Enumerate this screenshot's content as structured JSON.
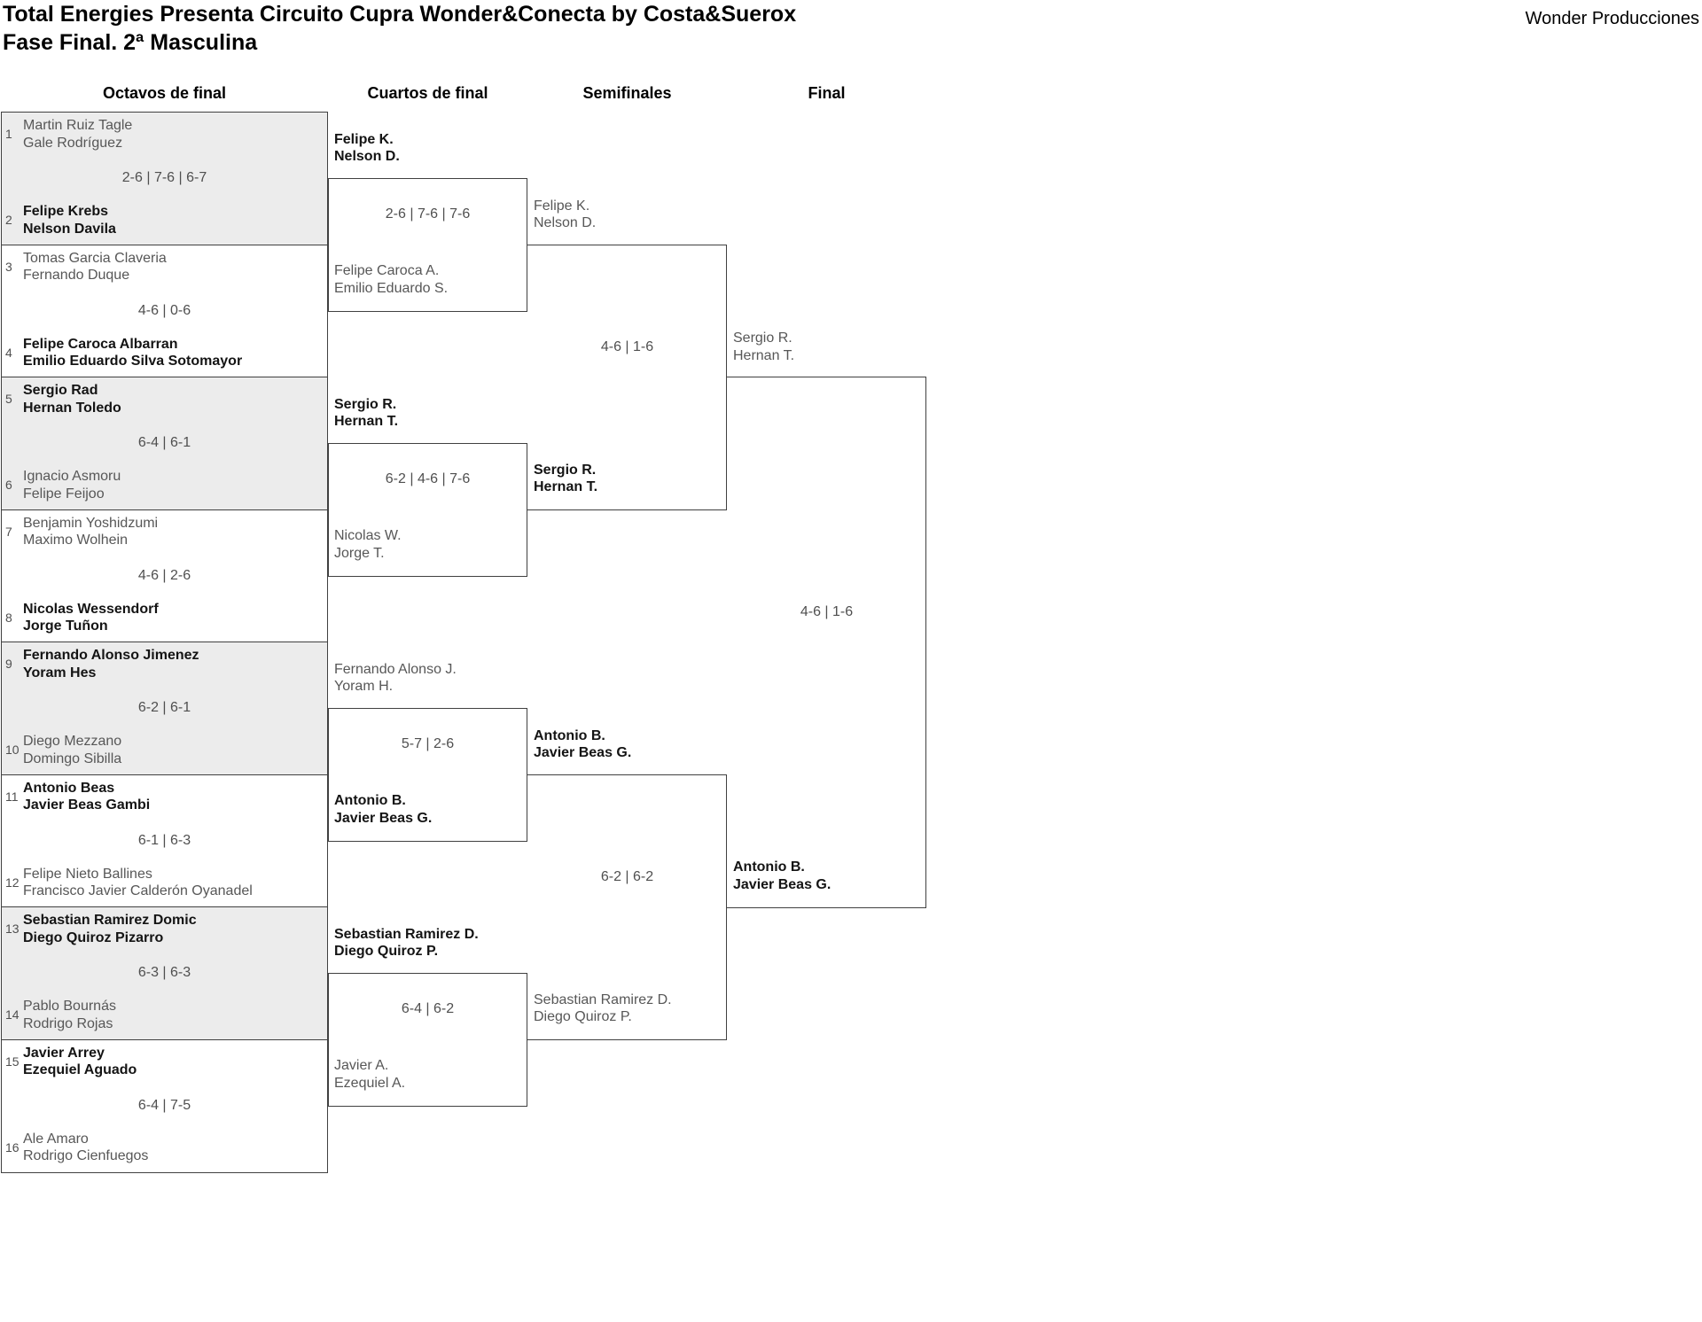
{
  "page": {
    "title_line1": "Total Energies Presenta Circuito Cupra Wonder&Conecta by Costa&Suerox",
    "title_line2": "Fase Final. 2ª Masculina",
    "credit": "Wonder Producciones"
  },
  "round_headers": [
    "Octavos de final",
    "Cuartos de final",
    "Semifinales",
    "Final"
  ],
  "bracket": {
    "octavos": [
      {
        "seed_top": "1",
        "top": [
          "Martin Ruiz Tagle",
          "Gale Rodríguez"
        ],
        "top_winner": false,
        "score": "2-6 | 7-6 | 6-7",
        "seed_bottom": "2",
        "bottom": [
          "Felipe Krebs",
          "Nelson Davila"
        ],
        "bottom_winner": true,
        "shaded": true
      },
      {
        "seed_top": "3",
        "top": [
          "Tomas Garcia Claveria",
          "Fernando Duque"
        ],
        "top_winner": false,
        "score": "4-6 | 0-6",
        "seed_bottom": "4",
        "bottom": [
          "Felipe Caroca Albarran",
          "Emilio Eduardo Silva Sotomayor"
        ],
        "bottom_winner": true,
        "shaded": false
      },
      {
        "seed_top": "5",
        "top": [
          "Sergio Rad",
          "Hernan Toledo"
        ],
        "top_winner": true,
        "score": "6-4 | 6-1",
        "seed_bottom": "6",
        "bottom": [
          "Ignacio Asmoru",
          "Felipe Feijoo"
        ],
        "bottom_winner": false,
        "shaded": true
      },
      {
        "seed_top": "7",
        "top": [
          "Benjamin Yoshidzumi",
          "Maximo Wolhein"
        ],
        "top_winner": false,
        "score": "4-6 | 2-6",
        "seed_bottom": "8",
        "bottom": [
          "Nicolas Wessendorf",
          "Jorge Tuñon"
        ],
        "bottom_winner": true,
        "shaded": false
      },
      {
        "seed_top": "9",
        "top": [
          "Fernando Alonso Jimenez",
          "Yoram Hes"
        ],
        "top_winner": true,
        "score": "6-2 | 6-1",
        "seed_bottom": "10",
        "bottom": [
          "Diego Mezzano",
          "Domingo Sibilla"
        ],
        "bottom_winner": false,
        "shaded": true
      },
      {
        "seed_top": "11",
        "top": [
          "Antonio Beas",
          "Javier Beas Gambi"
        ],
        "top_winner": true,
        "score": "6-1 | 6-3",
        "seed_bottom": "12",
        "bottom": [
          "Felipe Nieto Ballines",
          "Francisco Javier Calderón Oyanadel"
        ],
        "bottom_winner": false,
        "shaded": false
      },
      {
        "seed_top": "13",
        "top": [
          "Sebastian Ramirez Domic",
          "Diego Quiroz Pizarro"
        ],
        "top_winner": true,
        "score": "6-3 | 6-3",
        "seed_bottom": "14",
        "bottom": [
          "Pablo Bournás",
          "Rodrigo Rojas"
        ],
        "bottom_winner": false,
        "shaded": true
      },
      {
        "seed_top": "15",
        "top": [
          "Javier Arrey",
          "Ezequiel Aguado"
        ],
        "top_winner": true,
        "score": "6-4 | 7-5",
        "seed_bottom": "16",
        "bottom": [
          "Ale Amaro",
          "Rodrigo Cienfuegos"
        ],
        "bottom_winner": false,
        "shaded": false
      }
    ],
    "cuartos": [
      {
        "top": [
          "Felipe K.",
          "Nelson D."
        ],
        "top_winner": true,
        "score": "2-6 | 7-6 | 7-6",
        "bottom": [
          "Felipe Caroca A.",
          "Emilio Eduardo S."
        ],
        "bottom_winner": false
      },
      {
        "top": [
          "Sergio R.",
          "Hernan T."
        ],
        "top_winner": true,
        "score": "6-2 | 4-6 | 7-6",
        "bottom": [
          "Nicolas W.",
          "Jorge T."
        ],
        "bottom_winner": false
      },
      {
        "top": [
          "Fernando Alonso J.",
          "Yoram H."
        ],
        "top_winner": false,
        "score": "5-7 | 2-6",
        "bottom": [
          "Antonio B.",
          "Javier Beas G."
        ],
        "bottom_winner": true
      },
      {
        "top": [
          "Sebastian Ramirez D.",
          "Diego Quiroz P."
        ],
        "top_winner": true,
        "score": "6-4 | 6-2",
        "bottom": [
          "Javier A.",
          "Ezequiel A."
        ],
        "bottom_winner": false
      }
    ],
    "semifinales": [
      {
        "top": [
          "Felipe K.",
          "Nelson D."
        ],
        "top_winner": false,
        "score": "4-6 | 1-6",
        "bottom": [
          "Sergio R.",
          "Hernan T."
        ],
        "bottom_winner": true
      },
      {
        "top": [
          "Antonio B.",
          "Javier Beas G."
        ],
        "top_winner": true,
        "score": "6-2 | 6-2",
        "bottom": [
          "Sebastian Ramirez D.",
          "Diego Quiroz P."
        ],
        "bottom_winner": false
      }
    ],
    "final": [
      {
        "top": [
          "Sergio R.",
          "Hernan T."
        ],
        "top_winner": false,
        "score": "4-6 | 1-6",
        "bottom": [
          "Antonio B.",
          "Javier Beas G."
        ],
        "bottom_winner": true
      }
    ]
  }
}
